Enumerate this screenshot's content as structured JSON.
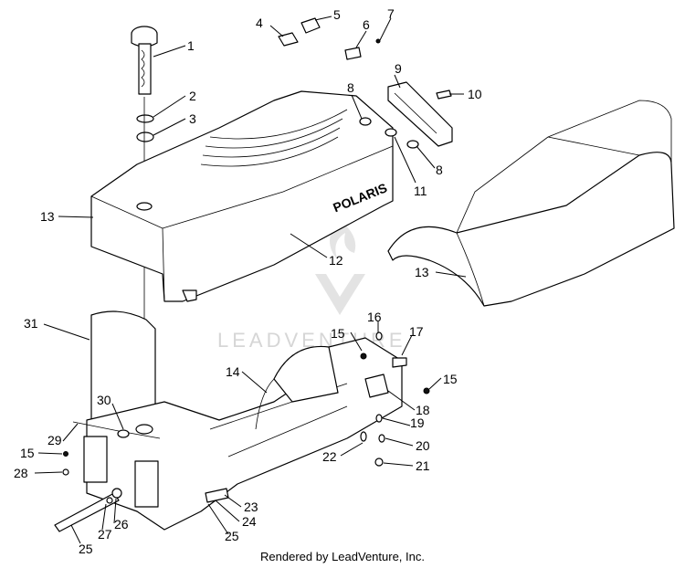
{
  "watermark": "LEADVENTURE",
  "brand_label": "POLARIS",
  "footer": "Rendered by LeadVenture, Inc.",
  "callouts": [
    "1",
    "2",
    "3",
    "4",
    "5",
    "6",
    "7",
    "8",
    "8",
    "9",
    "10",
    "11",
    "12",
    "13",
    "13",
    "14",
    "15",
    "15",
    "15",
    "16",
    "17",
    "18",
    "19",
    "20",
    "21",
    "22",
    "23",
    "24",
    "25",
    "25",
    "26",
    "27",
    "28",
    "29",
    "30",
    "31"
  ]
}
